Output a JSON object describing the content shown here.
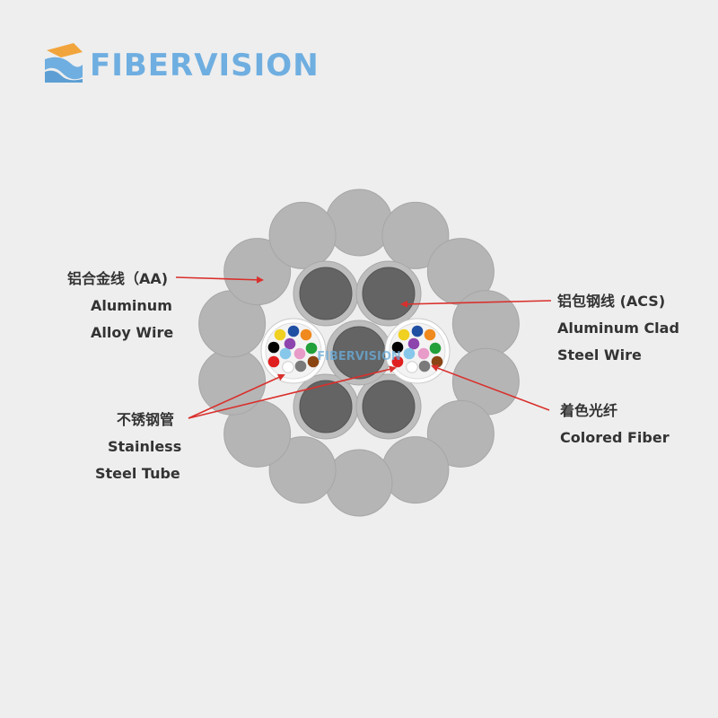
{
  "brand": {
    "name": "FIBERVISION",
    "watermark": "FIBERVISION"
  },
  "labels": {
    "aa": {
      "cn": "铝合金线（AA)",
      "en1": "Aluminum",
      "en2": "Alloy Wire"
    },
    "acs": {
      "cn": "铝包钢线 (ACS)",
      "en1": "Aluminum Clad",
      "en2": "Steel Wire"
    },
    "tube": {
      "cn": "不锈钢管",
      "en1": "Stainless",
      "en2": "Steel Tube"
    },
    "fiber": {
      "cn": "着色光纤",
      "en1": "Colored Fiber"
    }
  },
  "colors": {
    "background": "#eeeeee",
    "aa_wire": "#b5b5b5",
    "acs_cladding": "#bdbdbd",
    "acs_core": "#646464",
    "tube_wall": "#ffffff",
    "arrow": "#d9302c",
    "brand": "#6faee0",
    "logo_orange": "#f2a43c"
  },
  "fiber_colors": [
    "#f0d020",
    "#1f4fa3",
    "#f08a1f",
    "#000000",
    "#8e44ad",
    "#22a03a",
    "#87c8ea",
    "#e89ac8",
    "#e02020",
    "#ffffff",
    "#7a7a7a",
    "#8b4513"
  ]
}
